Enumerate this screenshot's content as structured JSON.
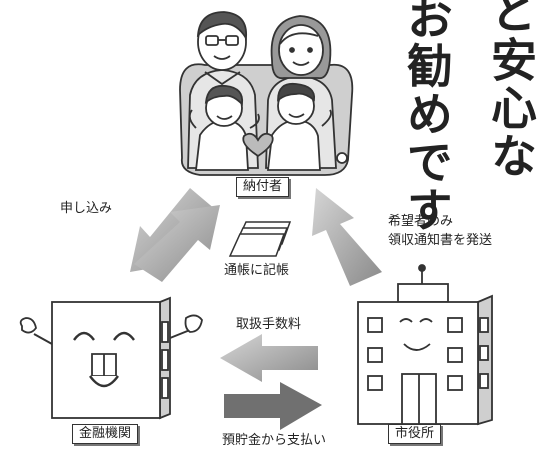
{
  "heading": {
    "column1": "と安心な",
    "column2": "お勧めです"
  },
  "nodes": {
    "payer": "納付者",
    "bank": "金融機関",
    "city_office": "市役所"
  },
  "flows": {
    "apply": "申し込み",
    "passbook": "通帳に記帳",
    "receipt_line1": "希望者のみ",
    "receipt_line2": "領収通知書を発送",
    "fee": "取扱手数料",
    "payment": "預貯金から支払い"
  },
  "colors": {
    "arrow_light": "#c4c4c4",
    "arrow_dark": "#6f6f6f",
    "line": "#333333"
  }
}
